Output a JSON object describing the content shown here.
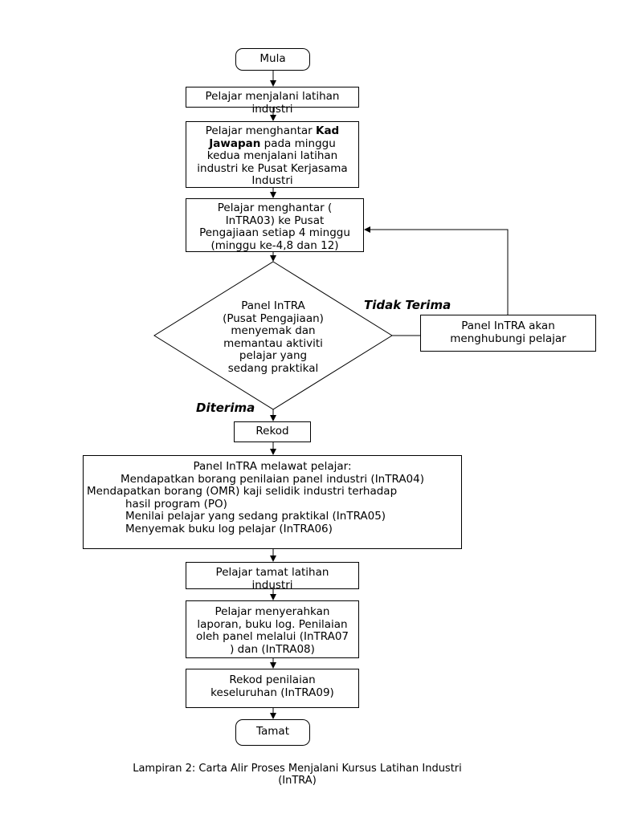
{
  "nodes": {
    "mula": "Mula",
    "step1": [
      "Pelajar menjalani latihan",
      "industri"
    ],
    "step2": {
      "line1_pre": "Pelajar menghantar ",
      "line1_bold": "Kad",
      "line2_bold": "Jawapan",
      "line2_post": " pada minggu",
      "lines": [
        "kedua menjalani latihan",
        "industri ke Pusat Kerjasama",
        "Industri"
      ]
    },
    "step3": [
      "Pelajar menghantar (",
      "InTRA03) ke Pusat",
      "Pengajiaan setiap 4 minggu",
      "(minggu ke-4,8 dan 12)"
    ],
    "decision": [
      "Panel InTRA",
      "(Pusat Pengajiaan)",
      "menyemak dan",
      "memantau aktiviti",
      "pelajar yang",
      "sedang praktikal"
    ],
    "contact": [
      "Panel InTRA akan",
      "menghubungi pelajar"
    ],
    "rekod": "Rekod",
    "visit": {
      "title": "Panel InTRA melawat pelajar:",
      "items": [
        "Mendapatkan borang penilaian panel industri (InTRA04)",
        "Mendapatkan borang (OMR) kaji selidik industri terhadap",
        "hasil program (PO)",
        "Menilai pelajar yang sedang praktikal (InTRA05)",
        "Menyemak buku log pelajar (InTRA06)"
      ]
    },
    "tamat_latihan": [
      "Pelajar tamat latihan",
      "industri"
    ],
    "submit": [
      "Pelajar menyerahkan",
      "laporan, buku log. Penilaian",
      "oleh panel melalui (InTRA07",
      ") dan (InTRA08)"
    ],
    "rekod_penilaian": [
      "Rekod penilaian",
      "keseluruhan (InTRA09)"
    ],
    "tamat": "Tamat"
  },
  "labels": {
    "tidak_terima": "Tidak Terima",
    "diterima": "Diterima"
  },
  "caption": [
    "Lampiran 2: Carta Alir Proses Menjalani Kursus Latihan Industri",
    "(InTRA)"
  ]
}
